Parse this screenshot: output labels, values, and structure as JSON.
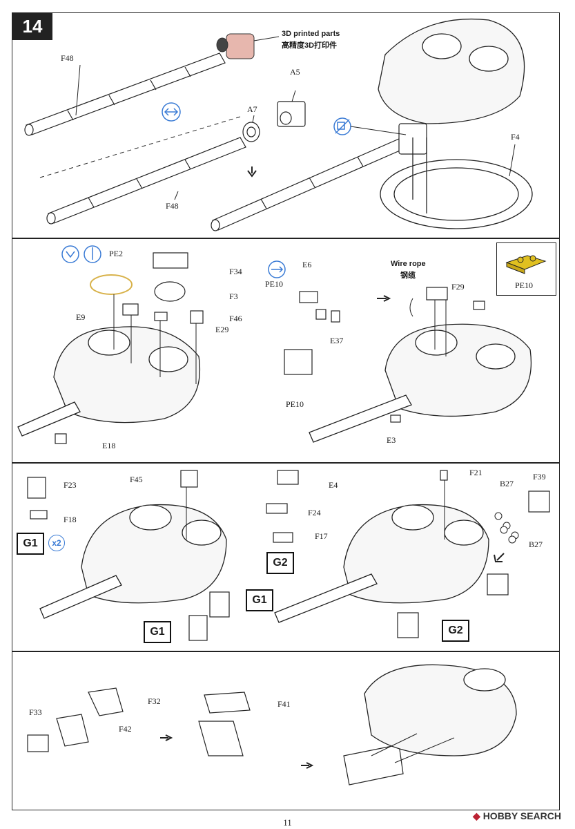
{
  "step": {
    "number": "14"
  },
  "panel1": {
    "note_en": "3D printed parts",
    "note_cn": "高精度3D打印件",
    "labels": {
      "f48_top": "F48",
      "a7": "A7",
      "a5": "A5",
      "f48_bottom": "F48",
      "f4": "F4"
    }
  },
  "panel2": {
    "labels": {
      "pe2": "PE2",
      "f34": "F34",
      "f3": "F3",
      "f46": "F46",
      "e29": "E29",
      "e9": "E9",
      "e18": "E18",
      "pe10_a": "PE10",
      "e6": "E6",
      "e37": "E37",
      "pe10_b": "PE10",
      "wire_rope_en": "Wire rope",
      "wire_rope_cn": "钢缆",
      "f29": "F29",
      "e3": "E3",
      "pe10_inset": "PE10"
    }
  },
  "panel3": {
    "labels": {
      "f23": "F23",
      "f18": "F18",
      "g1": "G1",
      "x2": "x2",
      "f45": "F45",
      "g1_right": "G1",
      "g1_bottom": "G1",
      "e4": "E4",
      "f24": "F24",
      "f17": "F17",
      "g2": "G2",
      "f21": "F21",
      "b27_top": "B27",
      "f39": "F39",
      "b27_bottom": "B27",
      "g2_bottom": "G2"
    }
  },
  "panel4": {
    "labels": {
      "f33": "F33",
      "f32": "F32",
      "f42": "F42",
      "f41": "F41"
    }
  },
  "footer": {
    "page": "11",
    "watermark": "HOBBY SEARCH"
  },
  "colors": {
    "pink_part": "#e7b7ae",
    "pe_gold": "#e0c020",
    "symbol_blue": "#3a7bd5"
  }
}
